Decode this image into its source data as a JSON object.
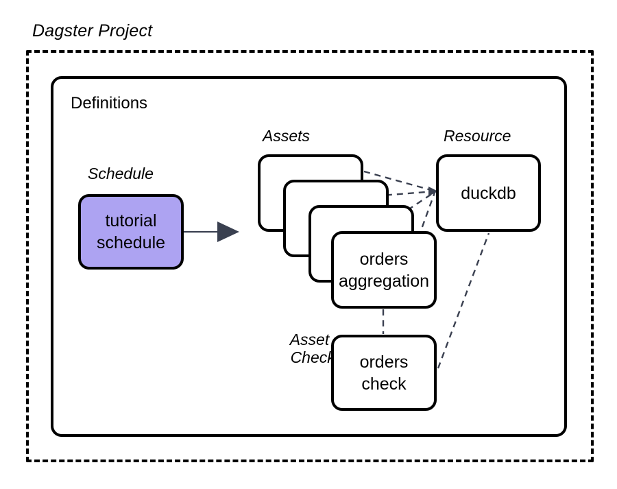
{
  "diagram": {
    "title": "Dagster Project",
    "container_label": "Definitions",
    "groups": {
      "schedule_label": "Schedule",
      "assets_label": "Assets",
      "resource_label": "Resource",
      "asset_check_label_line1": "Asset",
      "asset_check_label_line2": "Check"
    },
    "nodes": {
      "schedule": {
        "line1": "tutorial",
        "line2": "schedule",
        "fill": "#ADA3F2",
        "stroke": "#000000"
      },
      "asset_front": {
        "line1": "orders",
        "line2": "aggregation",
        "fill": "#FFFFFF",
        "stroke": "#000000"
      },
      "resource": {
        "line1": "duckdb",
        "fill": "#FFFFFF",
        "stroke": "#000000"
      },
      "asset_check": {
        "line1": "orders",
        "line2": "check",
        "fill": "#FFFFFF",
        "stroke": "#000000"
      }
    },
    "edges": {
      "schedule_to_assets": "solid arrow",
      "assets_to_resource": "dashed",
      "asset_to_check": "dashed",
      "check_to_resource": "dashed"
    },
    "colors": {
      "arrow": "#3A4050",
      "dashed_edge": "#3A4050",
      "outline": "#000000",
      "background": "#FFFFFF"
    }
  }
}
